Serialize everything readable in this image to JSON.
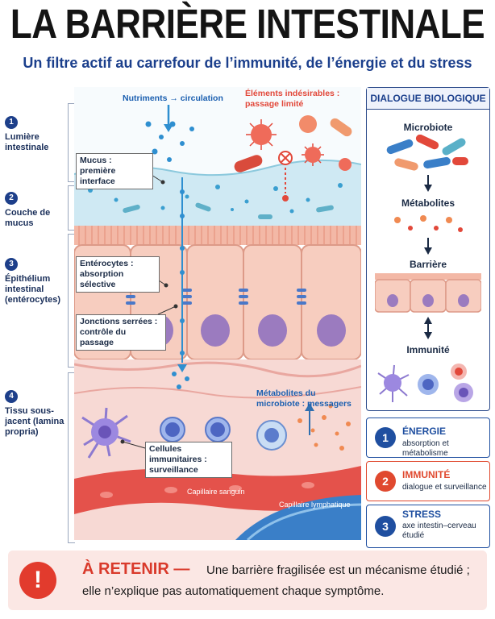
{
  "title": "LA BARRIÈRE INTESTINALE",
  "subtitle": "Un filtre actif au carrefour de l’immunité, de l’énergie et du stress",
  "layers": [
    {
      "num": "1",
      "label": "Lumière intestinale"
    },
    {
      "num": "2",
      "label": "Couche de mucus"
    },
    {
      "num": "3",
      "label": "Épithélium intestinal (entérocytes)"
    },
    {
      "num": "4",
      "label": "Tissu sous-jacent (lamina propria)"
    }
  ],
  "diagram": {
    "nutrients": "Nutriments → circulation",
    "undesirables": "Éléments indésirables : passage limité",
    "mucus_callout": "Mucus : première interface",
    "enterocytes_callout": "Entérocytes : absorption sélective",
    "junctions_callout": "Jonctions serrées : contrôle du passage",
    "metabolites_callout": "Métabolites du microbiote : messagers",
    "immune_callout": "Cellules immunitaires : surveillance",
    "blood_capillary": "Capillaire sanguin",
    "lymph_capillary": "Capillaire lymphatique"
  },
  "panel": {
    "heading": "DIALOGUE BIOLOGIQUE",
    "steps": [
      "Microbiote",
      "Métabolites",
      "Barrière",
      "Immunité"
    ]
  },
  "boxes": [
    {
      "num": "1",
      "title": "ÉNERGIE",
      "text": "absorption et métabolisme",
      "color": "#1f4fa0"
    },
    {
      "num": "2",
      "title": "IMMUNITÉ",
      "text": "dialogue et surveillance",
      "color": "#e0492f"
    },
    {
      "num": "3",
      "title": "STRESS",
      "text": "axe intestin–cerveau étudié",
      "color": "#1f4fa0"
    }
  ],
  "retain": {
    "title": "À RETENIR —",
    "line1": "Une barrière fragilisée est un mécanisme étudié ;",
    "line2": "elle n’explique pas automatiquement chaque symptôme."
  },
  "colors": {
    "navy": "#1b3f8c",
    "red": "#e0492f",
    "mucus": "#bfe3ef",
    "epithelium": "#f7cdbf"
  }
}
